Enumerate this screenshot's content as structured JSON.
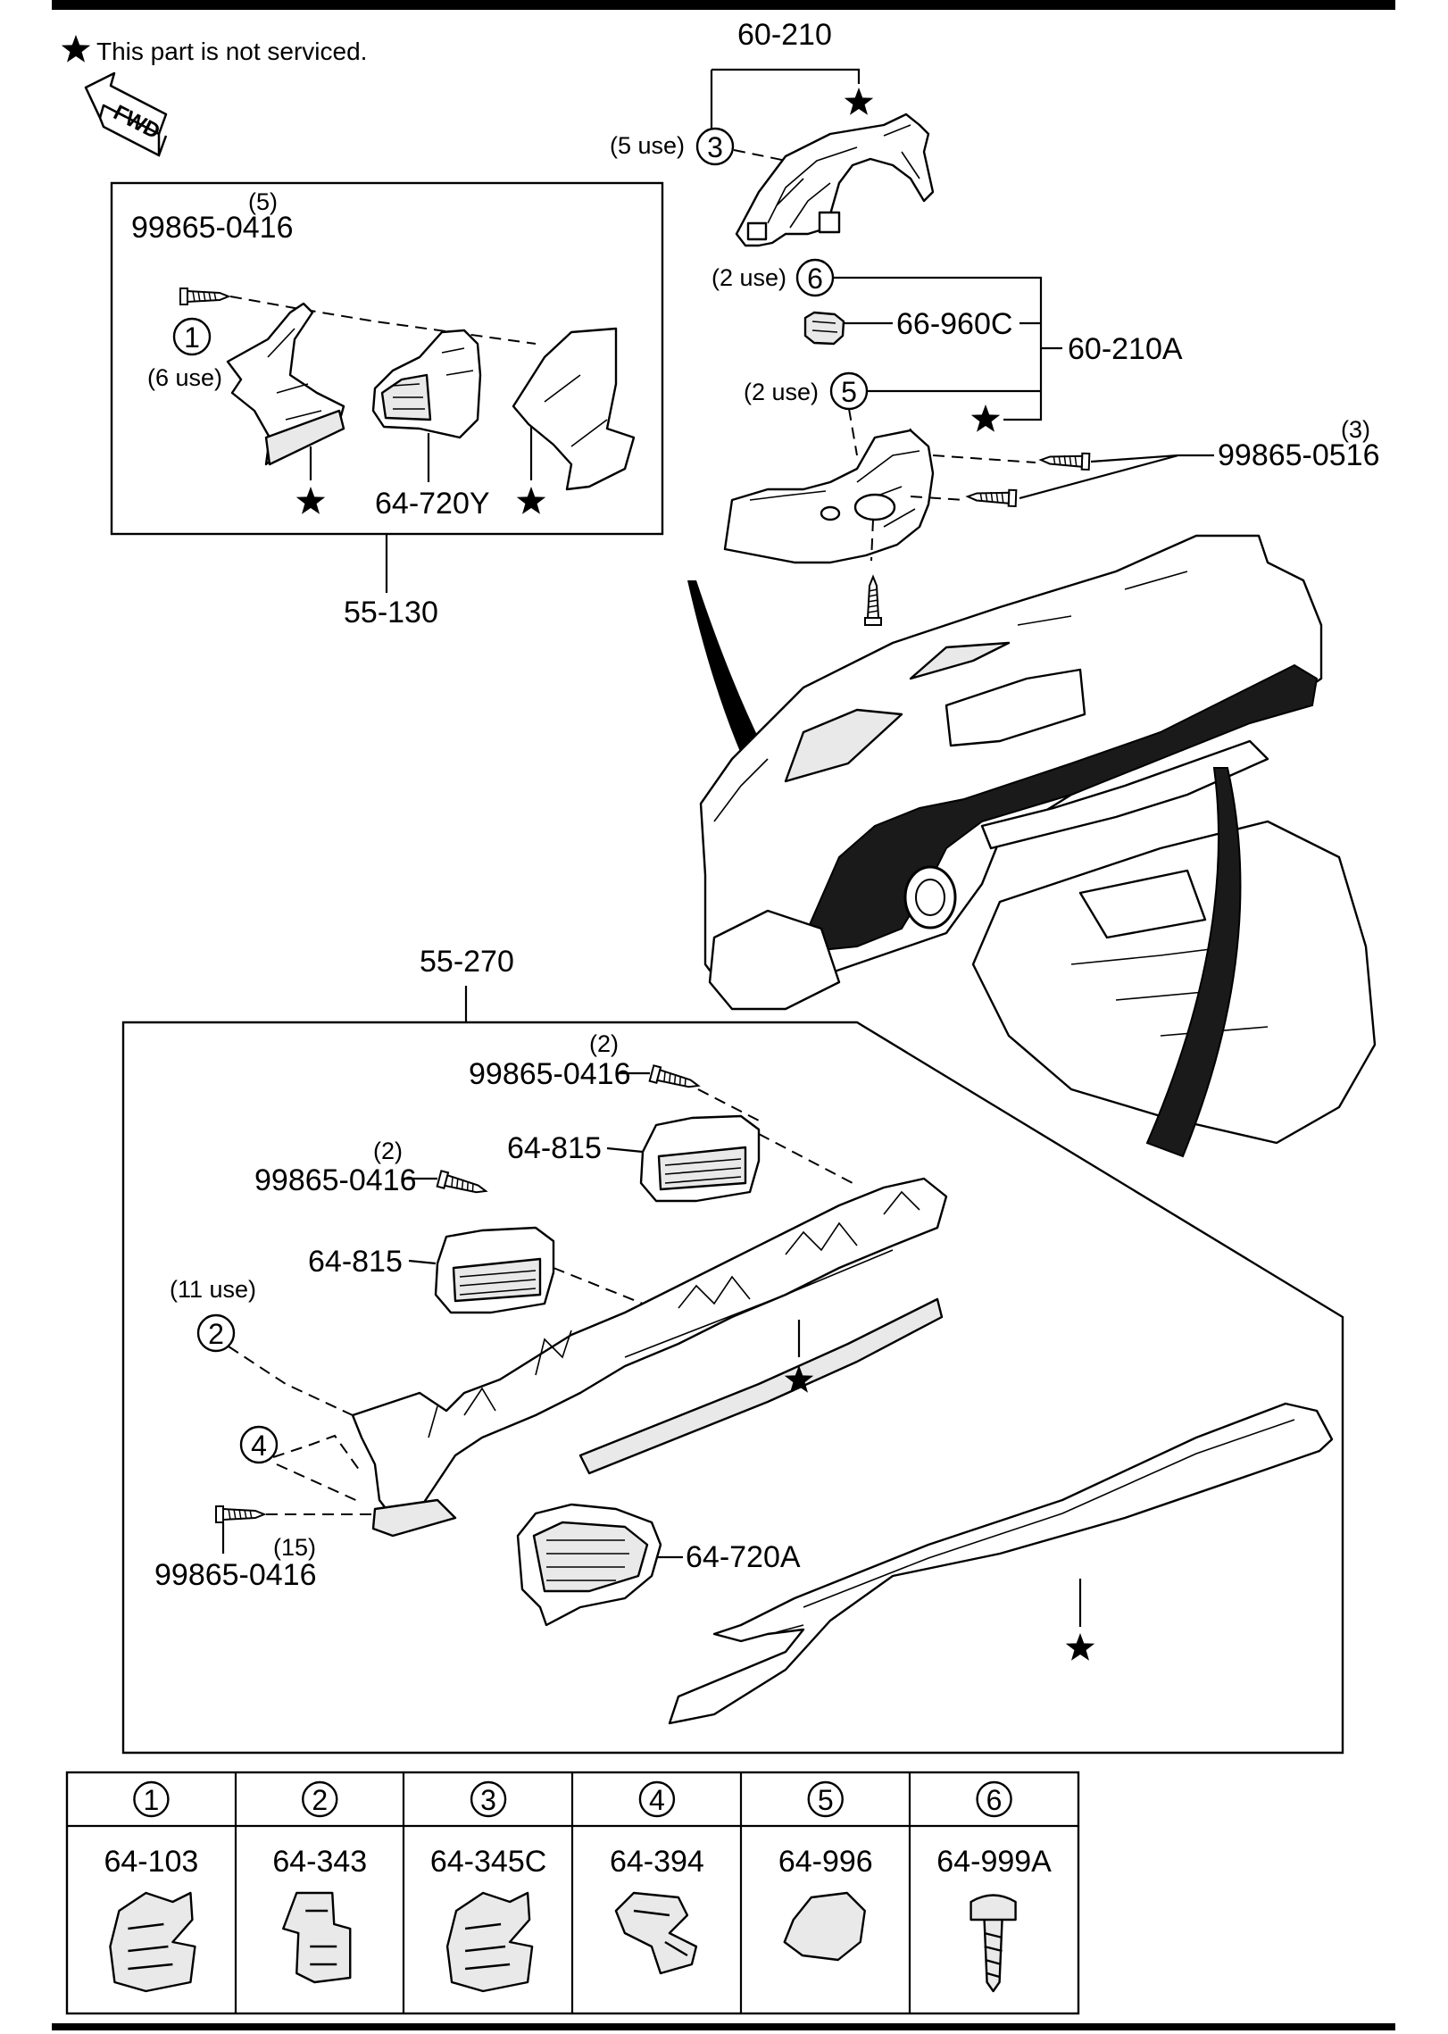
{
  "legend": {
    "note": "This part is not serviced."
  },
  "fwd_label": "FWD",
  "groups": {
    "g60_210": "60-210",
    "g60_210A": "60-210A",
    "g55_130": "55-130",
    "g55_270": "55-270"
  },
  "labels": {
    "qty_5": "(5)",
    "screw_a": "99865-0416",
    "use_6": "(6 use)",
    "use_5": "(5 use)",
    "use_2a": "(2 use)",
    "use_2b": "(2 use)",
    "p66_960C": "66-960C",
    "qty_3": "(3)",
    "screw_b": "99865-0516",
    "p64_720Y": "64-720Y",
    "qty_2a": "(2)",
    "screw_c": "99865-0416",
    "qty_2b": "(2)",
    "screw_d": "99865-0416",
    "p64_815a": "64-815",
    "p64_815b": "64-815",
    "use_11": "(11 use)",
    "qty_15": "(15)",
    "screw_e": "99865-0416",
    "p64_720A": "64-720A"
  },
  "callouts": [
    "1",
    "2",
    "3",
    "4",
    "5",
    "6"
  ],
  "parts_table": [
    {
      "num": "1",
      "part": "64-103"
    },
    {
      "num": "2",
      "part": "64-343"
    },
    {
      "num": "3",
      "part": "64-345C"
    },
    {
      "num": "4",
      "part": "64-394"
    },
    {
      "num": "5",
      "part": "64-996"
    },
    {
      "num": "6",
      "part": "64-999A"
    }
  ]
}
